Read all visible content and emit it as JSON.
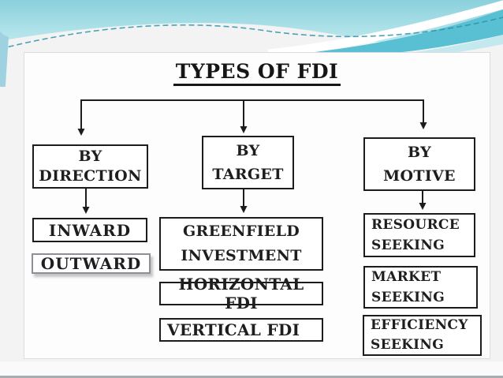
{
  "slide": {
    "title": "TYPES OF FDI"
  },
  "tree": {
    "branches": [
      {
        "header": {
          "line1": "BY",
          "line2": "DIRECTION"
        },
        "children": [
          {
            "label": "INWARD"
          },
          {
            "label": "OUTWARD"
          }
        ]
      },
      {
        "header": {
          "line1": "BY",
          "line2": "TARGET"
        },
        "children": [
          {
            "line1": "GREENFIELD",
            "line2": "INVESTMENT"
          },
          {
            "label": "HORIZONTAL FDI"
          },
          {
            "label": "VERTICAL FDI"
          }
        ]
      },
      {
        "header": {
          "line1": "BY",
          "line2": "MOTIVE"
        },
        "children": [
          {
            "line1": "RESOURCE",
            "line2": "SEEKING"
          },
          {
            "line1": "MARKET",
            "line2": "SEEKING"
          },
          {
            "line1": "EFFICIENCY",
            "line2": "SEEKING"
          }
        ]
      }
    ]
  },
  "colors": {
    "wave_teal_top": "#8ad0dc",
    "wave_teal_bottom": "#c2ebf0",
    "wave_band_dark": "#58c0d2",
    "wave_band_pale": "#c3e9ef",
    "wave_dash_line": "#2c93a8",
    "wave_left_sliver": "#9fd2e1",
    "connector": "#1c1c1c",
    "box_border": "#1c1c1c",
    "box_border_muted": "#8e8e96",
    "text": "#1e1e1e",
    "bottom_bar": "#a9adb0"
  }
}
